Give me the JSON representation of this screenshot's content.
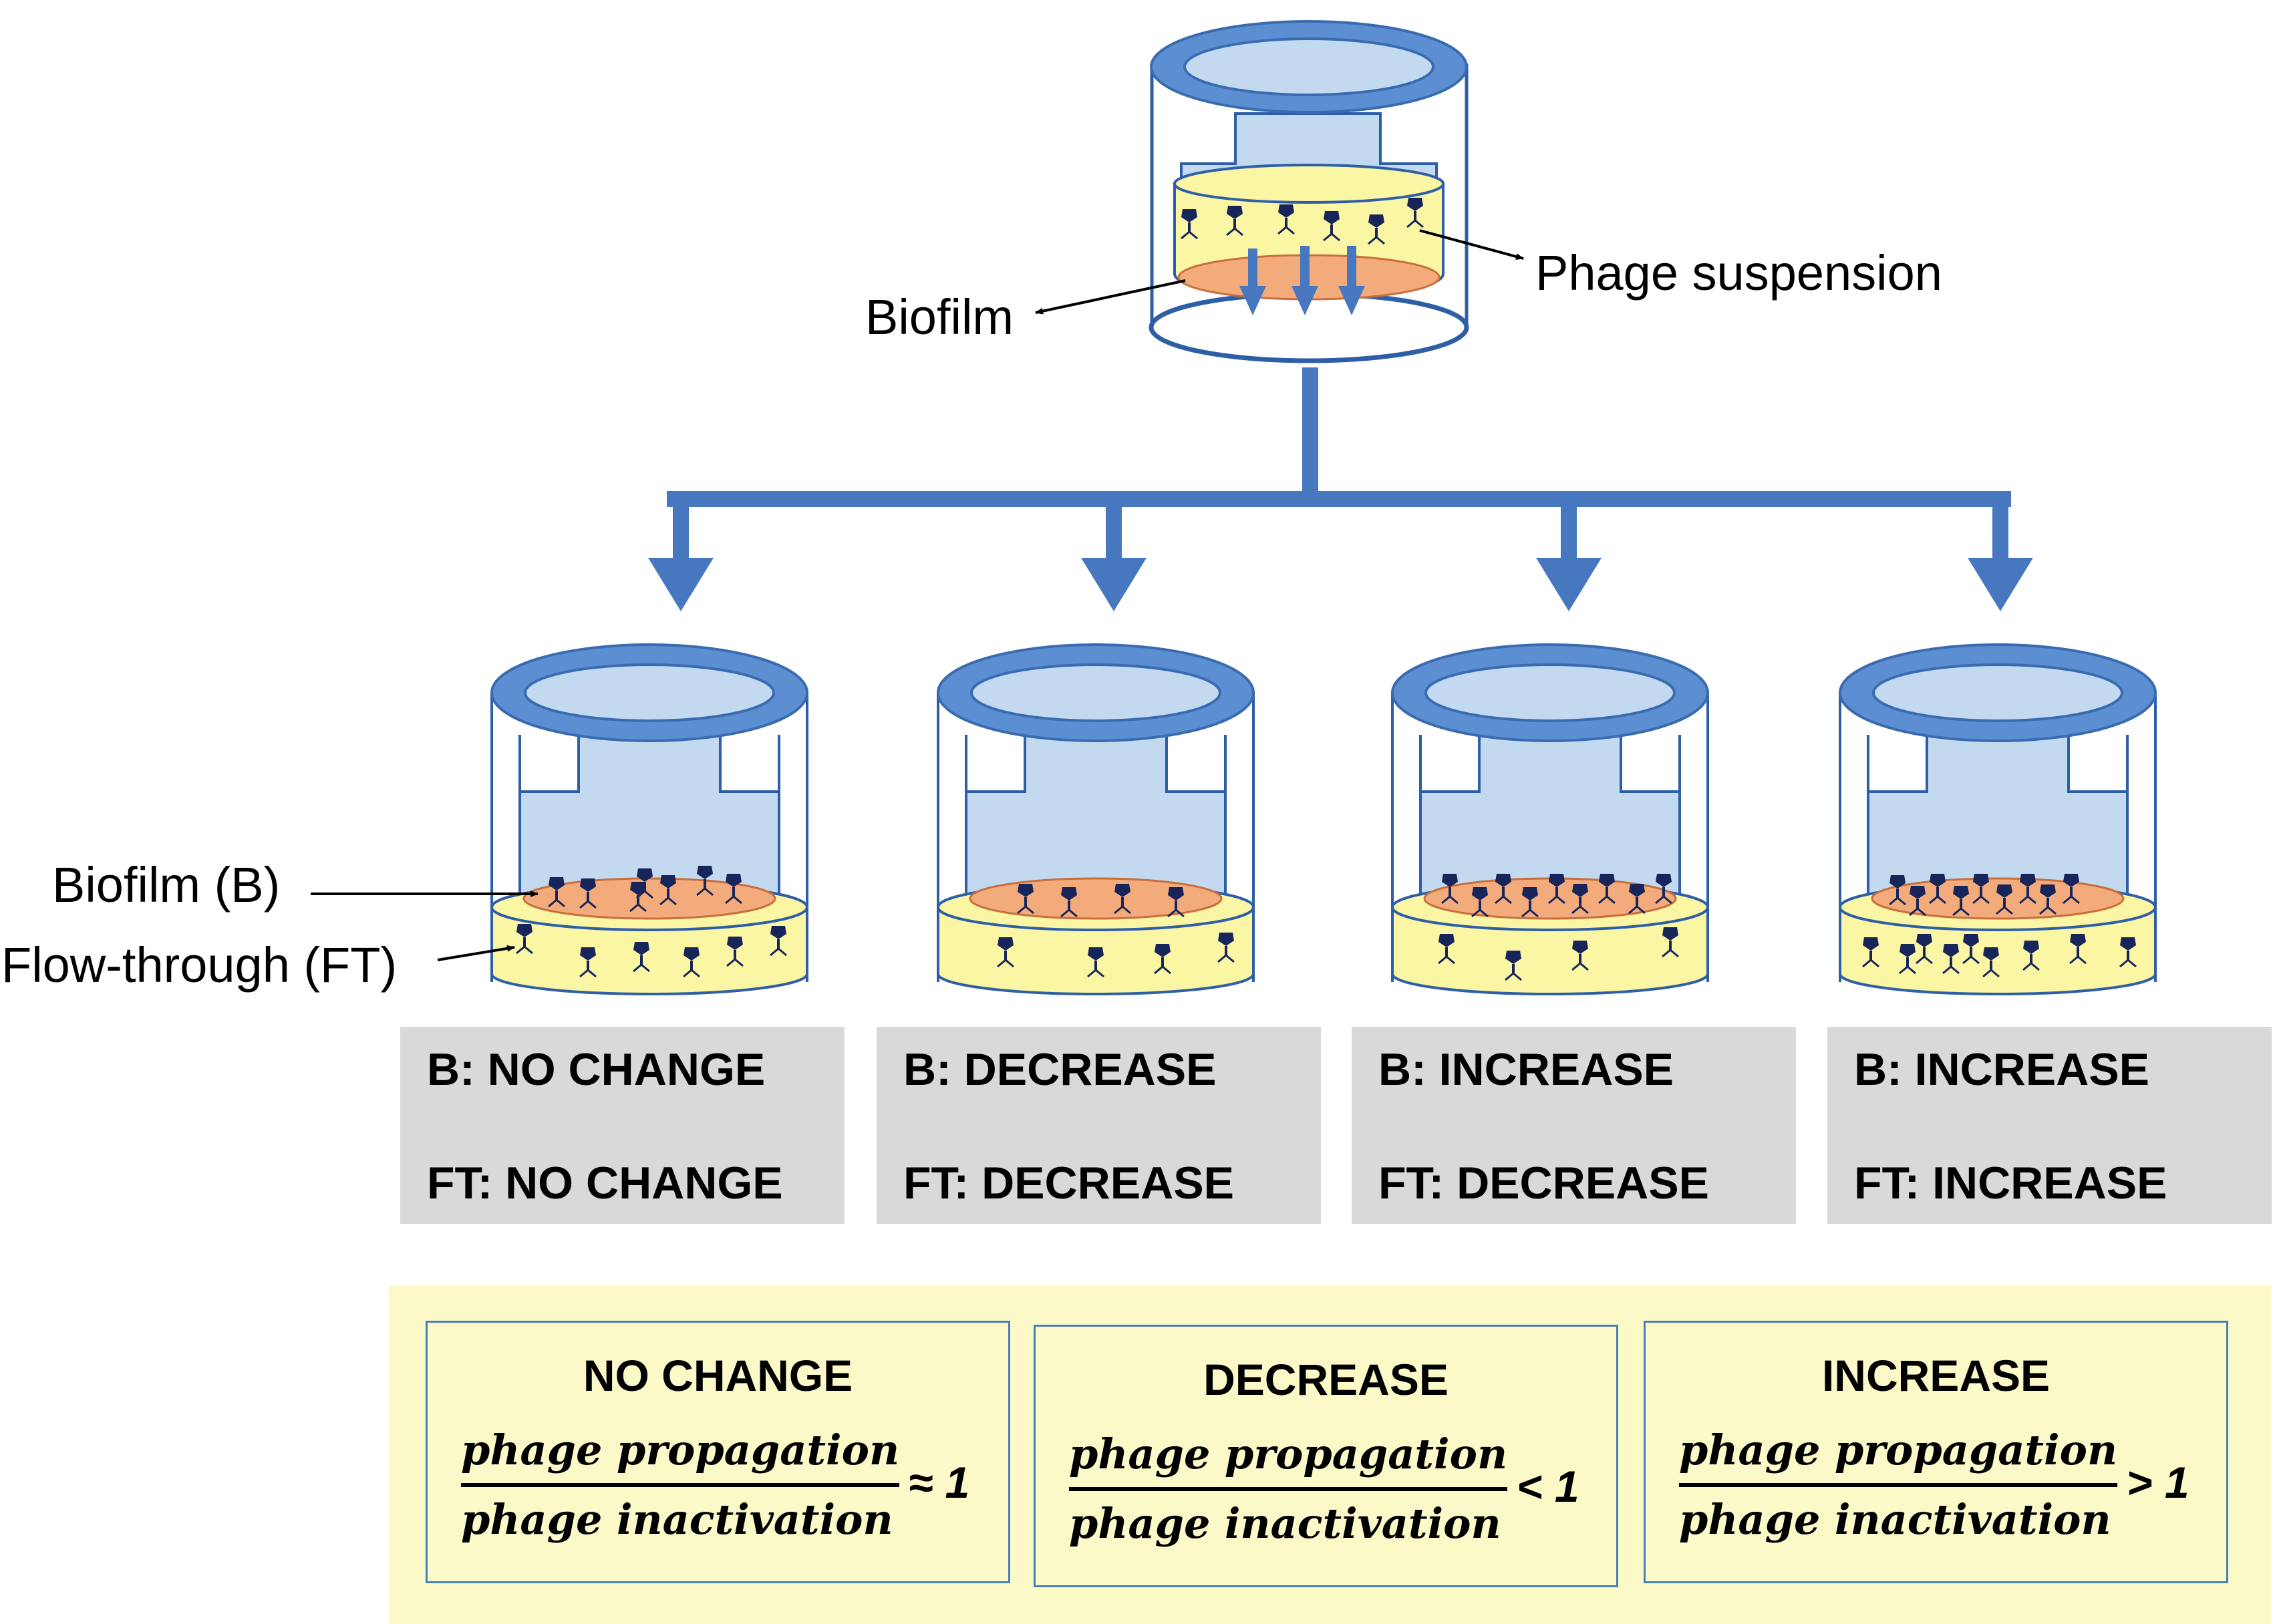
{
  "labels": {
    "biofilm": "Biofilm",
    "phage_suspension": "Phage suspension",
    "biofilm_b": "Biofilm (B)",
    "flow_through": "Flow-through (FT)"
  },
  "results": [
    {
      "b": "B: NO CHANGE",
      "ft": "FT: NO CHANGE"
    },
    {
      "b": "B: DECREASE",
      "ft": "FT: DECREASE"
    },
    {
      "b": "B: INCREASE",
      "ft": "FT: DECREASE"
    },
    {
      "b": "B: INCREASE",
      "ft": "FT: INCREASE"
    }
  ],
  "legend": [
    {
      "title": "NO CHANGE",
      "numerator": "phage propagation",
      "denominator": "phage inactivation",
      "relation": "≈ 1"
    },
    {
      "title": "DECREASE",
      "numerator": "phage propagation",
      "denominator": "phage inactivation",
      "relation": "< 1"
    },
    {
      "title": "INCREASE",
      "numerator": "phage propagation",
      "denominator": "phage inactivation",
      "relation": "> 1"
    }
  ],
  "colors": {
    "rim": "#5b8fd1",
    "rim_stroke": "#3a6bb0",
    "insert": "#c3d9ef",
    "outline": "#2e5fa6",
    "suspension": "#fbf6a4",
    "biofilm": "#f4ab7c",
    "phage": "#17255a",
    "arrow": "#4677bf",
    "result_bg": "#d9d9d9",
    "legend_bg": "#fcf9c9"
  }
}
